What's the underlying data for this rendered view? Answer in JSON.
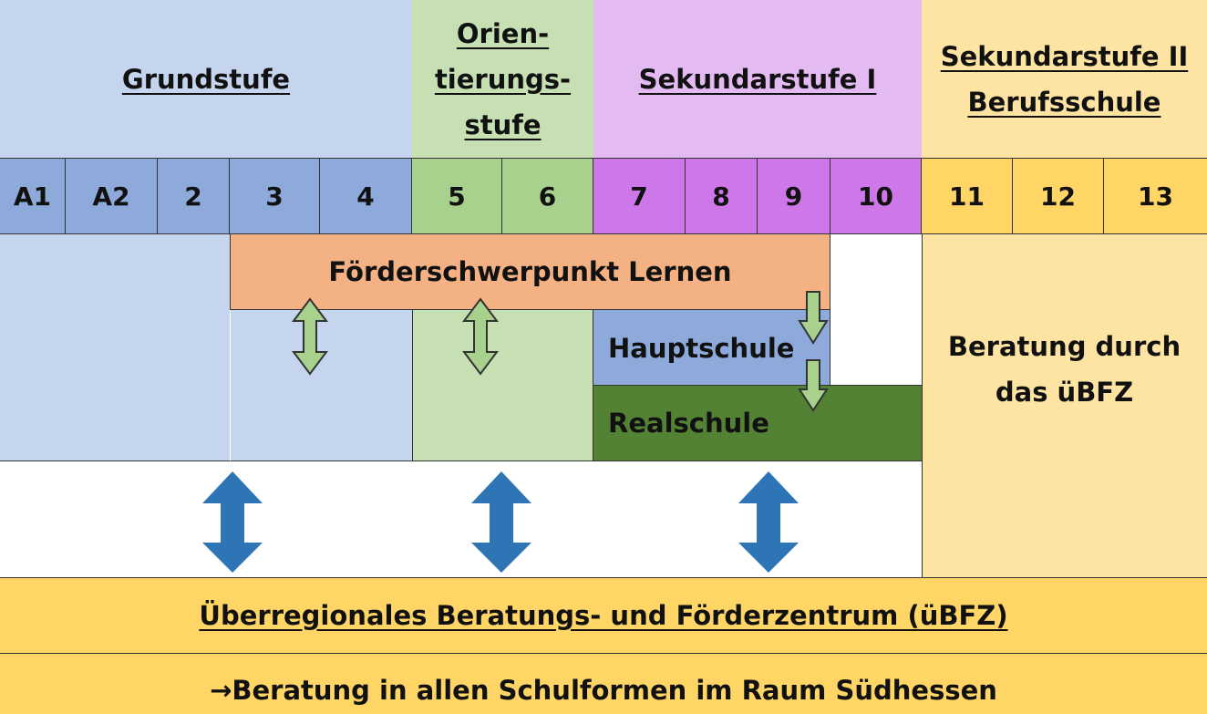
{
  "stages": {
    "grundstufe": "Grundstufe",
    "orientierung": [
      "Orien-",
      "tierungs-",
      "stufe"
    ],
    "sek1": "Sekundarstufe I",
    "sek2": [
      "Sekundarstufe II",
      "Berufsschule"
    ]
  },
  "grades": [
    "A1",
    "A2",
    "2",
    "3",
    "4",
    "5",
    "6",
    "7",
    "8",
    "9",
    "10",
    "11",
    "12",
    "13"
  ],
  "blocks": {
    "lernen": "Förderschwerpunkt Lernen",
    "hauptschule": "Hauptschule",
    "realschule": "Realschule",
    "beratung_ubfz": [
      "Beratung durch",
      "das üBFZ"
    ]
  },
  "footer": {
    "title": "Überregionales Beratungs- und Förderzentrum (üBFZ)",
    "subtitle": "→Beratung in allen Schulformen im Raum Südhessen"
  },
  "colors": {
    "grundstufe_bg": "#c5d5ee",
    "grundstufe_grade": "#8eaadb",
    "orient_bg": "#c6e0b4",
    "orient_grade": "#a9d18e",
    "sek1_bg": "#e4baf2",
    "sek1_grade": "#cd77e8",
    "sek2_bg": "#fde4a2",
    "sek2_grade": "#ffd566",
    "lernen": "#f4b183",
    "hauptschule": "#8eaadb",
    "realschule": "#548235",
    "arrow_green": "#a9d18e",
    "arrow_blue": "#2e75b6",
    "footer": "#ffd566"
  }
}
